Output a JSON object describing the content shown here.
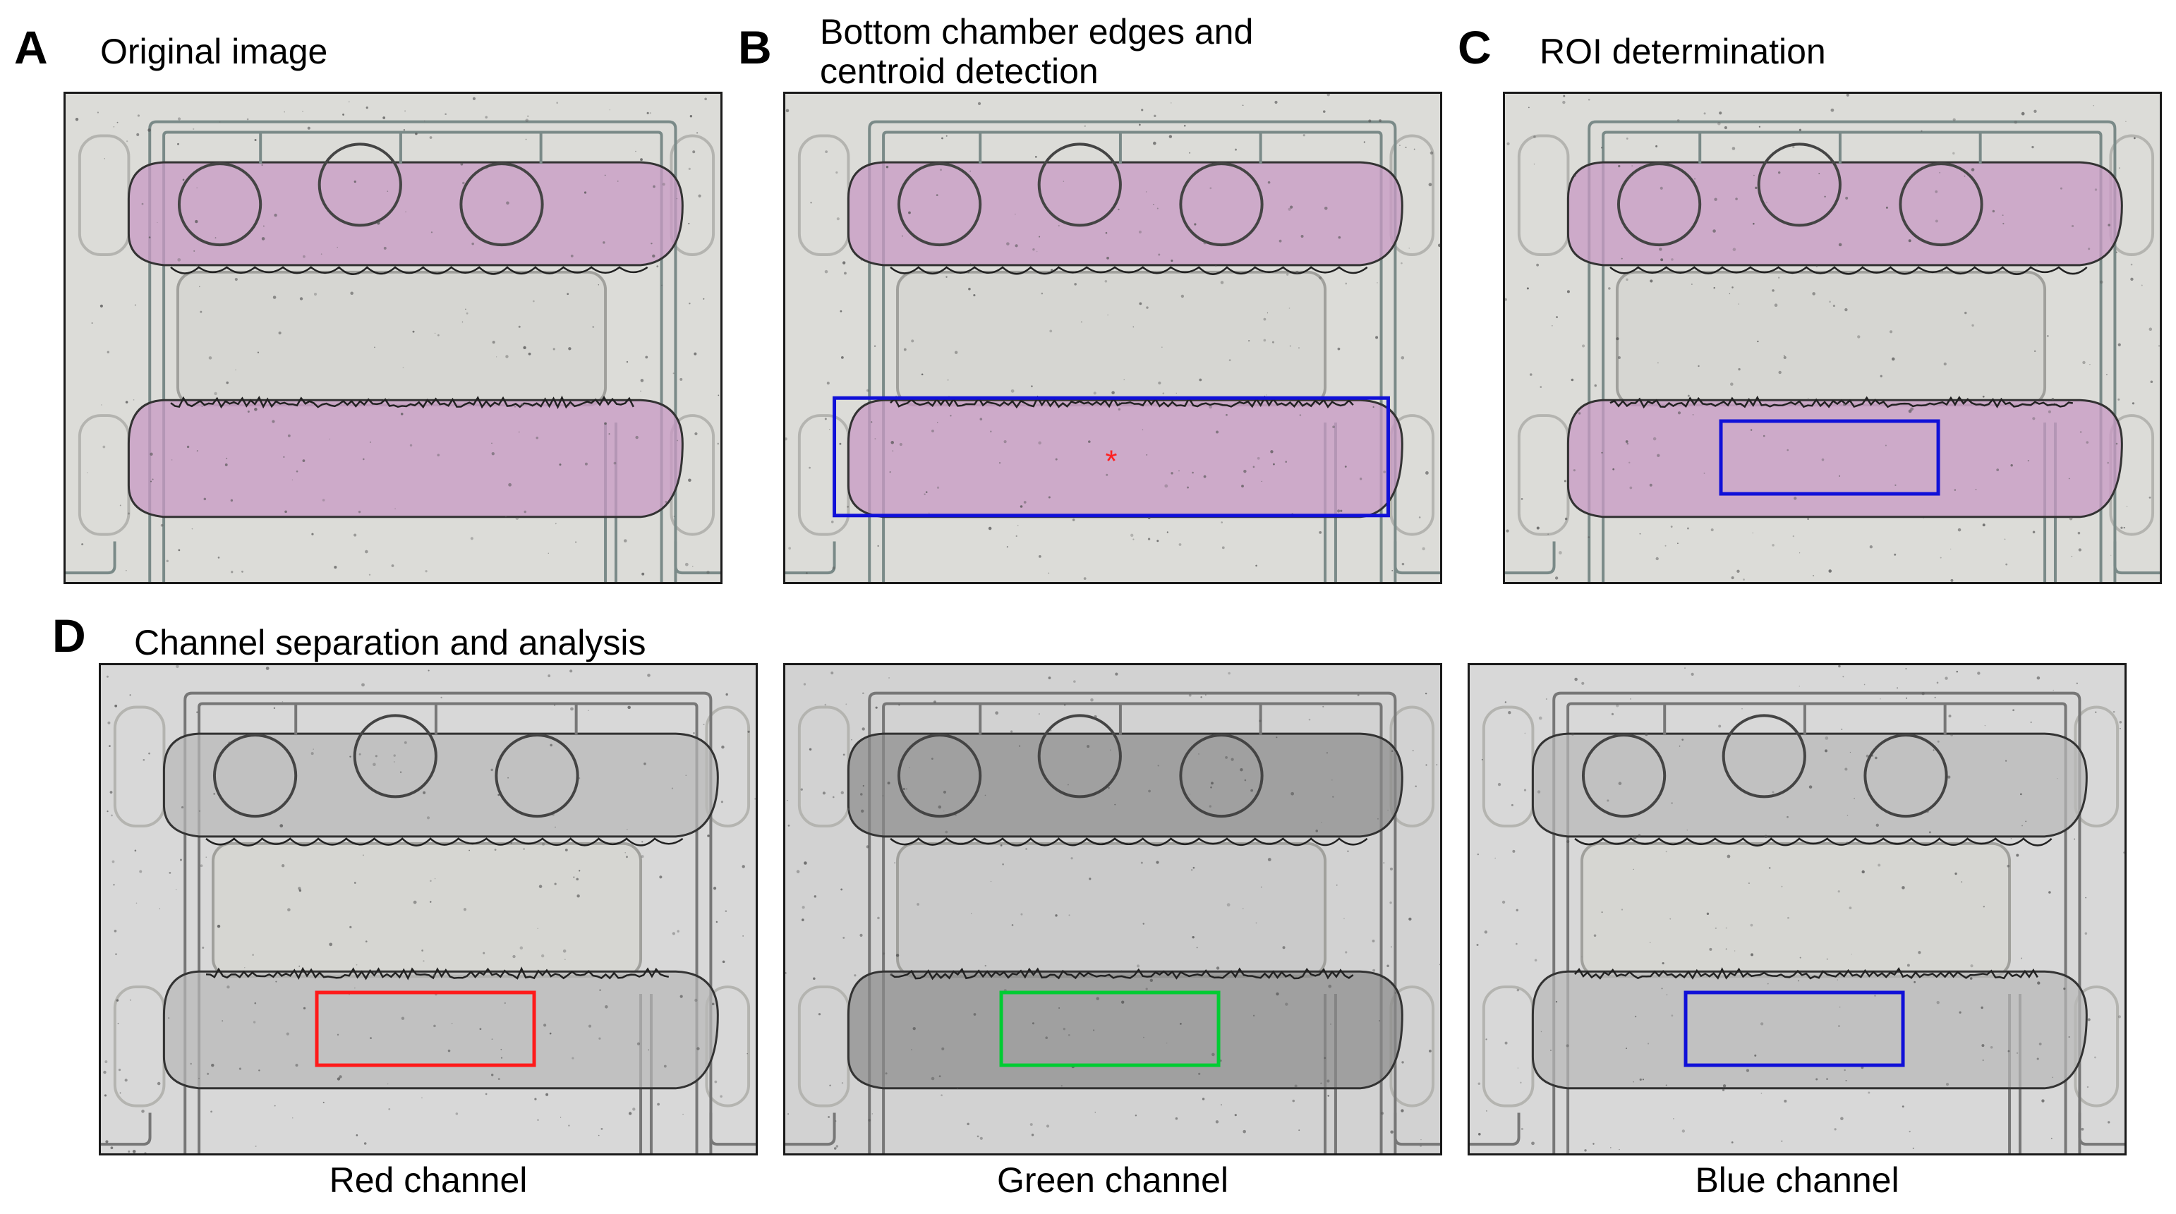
{
  "figure": {
    "panels": [
      {
        "letter": "A",
        "title": "Original image",
        "color_mode": "pink",
        "roi": "none"
      },
      {
        "letter": "B",
        "title_line1": "Bottom chamber edges and",
        "title_line2": "centroid detection",
        "color_mode": "pink",
        "roi": "bounding-box-with-centroid",
        "roi_color": "#1010d8",
        "centroid_marker": "*",
        "centroid_color": "#ff2020"
      },
      {
        "letter": "C",
        "title": "ROI determination",
        "color_mode": "pink",
        "roi": "small-rectangle",
        "roi_color": "#1010d8"
      },
      {
        "letter": "D",
        "title": "Channel separation and analysis"
      }
    ],
    "channels": [
      {
        "caption": "Red channel",
        "color_mode": "gray-light",
        "roi_color": "#ff1a1a"
      },
      {
        "caption": "Green channel",
        "color_mode": "gray-dark",
        "roi_color": "#00cc33"
      },
      {
        "caption": "Blue channel",
        "color_mode": "gray-light",
        "roi_color": "#1010d8"
      }
    ],
    "colors": {
      "background_image": "#dcdcd8",
      "pink_fill": "#c89ac4",
      "gray_light_fill": "#b8b8b8",
      "gray_dark_fill": "#8a8a8a",
      "channel_line": "#7a8a88"
    }
  }
}
